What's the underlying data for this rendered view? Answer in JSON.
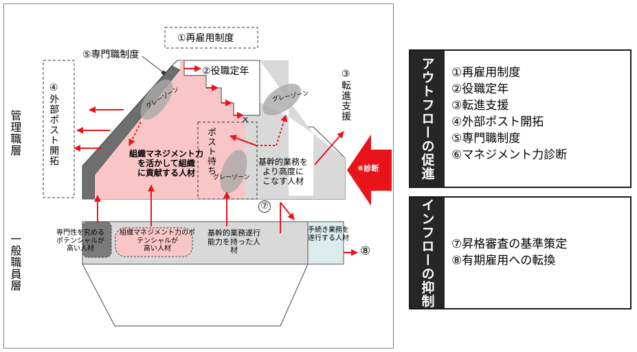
{
  "diagram": {
    "manager_layer": "管理職層",
    "general_layer": "一般職員層",
    "measures": {
      "rehire": "①再雇用制度",
      "role_retirement": "②役職定年",
      "transfer_support": "③転進支援",
      "external_post": "④外部ポスト開拓",
      "specialist": "⑤専門職制度",
      "diagnosis": "⑥診断",
      "seven": "⑦",
      "eight": "⑧"
    },
    "cross": "×",
    "gray_zone": "グレーゾーン",
    "waiting_post": "ポスト待ち",
    "contributors": "組織マネジメント力\nを活かして組織\nに貢献する人材",
    "core_advanced": "基幹的業務を\nより高度に\nこなす人材",
    "general_cells": {
      "specialty": "専門性を究める\nポテンシャルが\n高い人材",
      "mgmt_potential": "組織マネジメント力のポ\nテンシャルが\n高い人材",
      "core_ability": "基幹的業務遂行\n能力を持った人\n材",
      "procedure": "手続き業務を\n遂行する人材"
    }
  },
  "outflow_panel": {
    "title": "アウトフローの促進",
    "items": [
      "①再雇用制度",
      "②役職定年",
      "③転進支援",
      "④外部ポスト開拓",
      "⑤専門職制度",
      "⑥マネジメント力診断"
    ]
  },
  "inflow_panel": {
    "title": "インフローの抑制",
    "items": [
      "⑦昇格審査の基準策定",
      "⑧有期雇用への転換"
    ]
  }
}
